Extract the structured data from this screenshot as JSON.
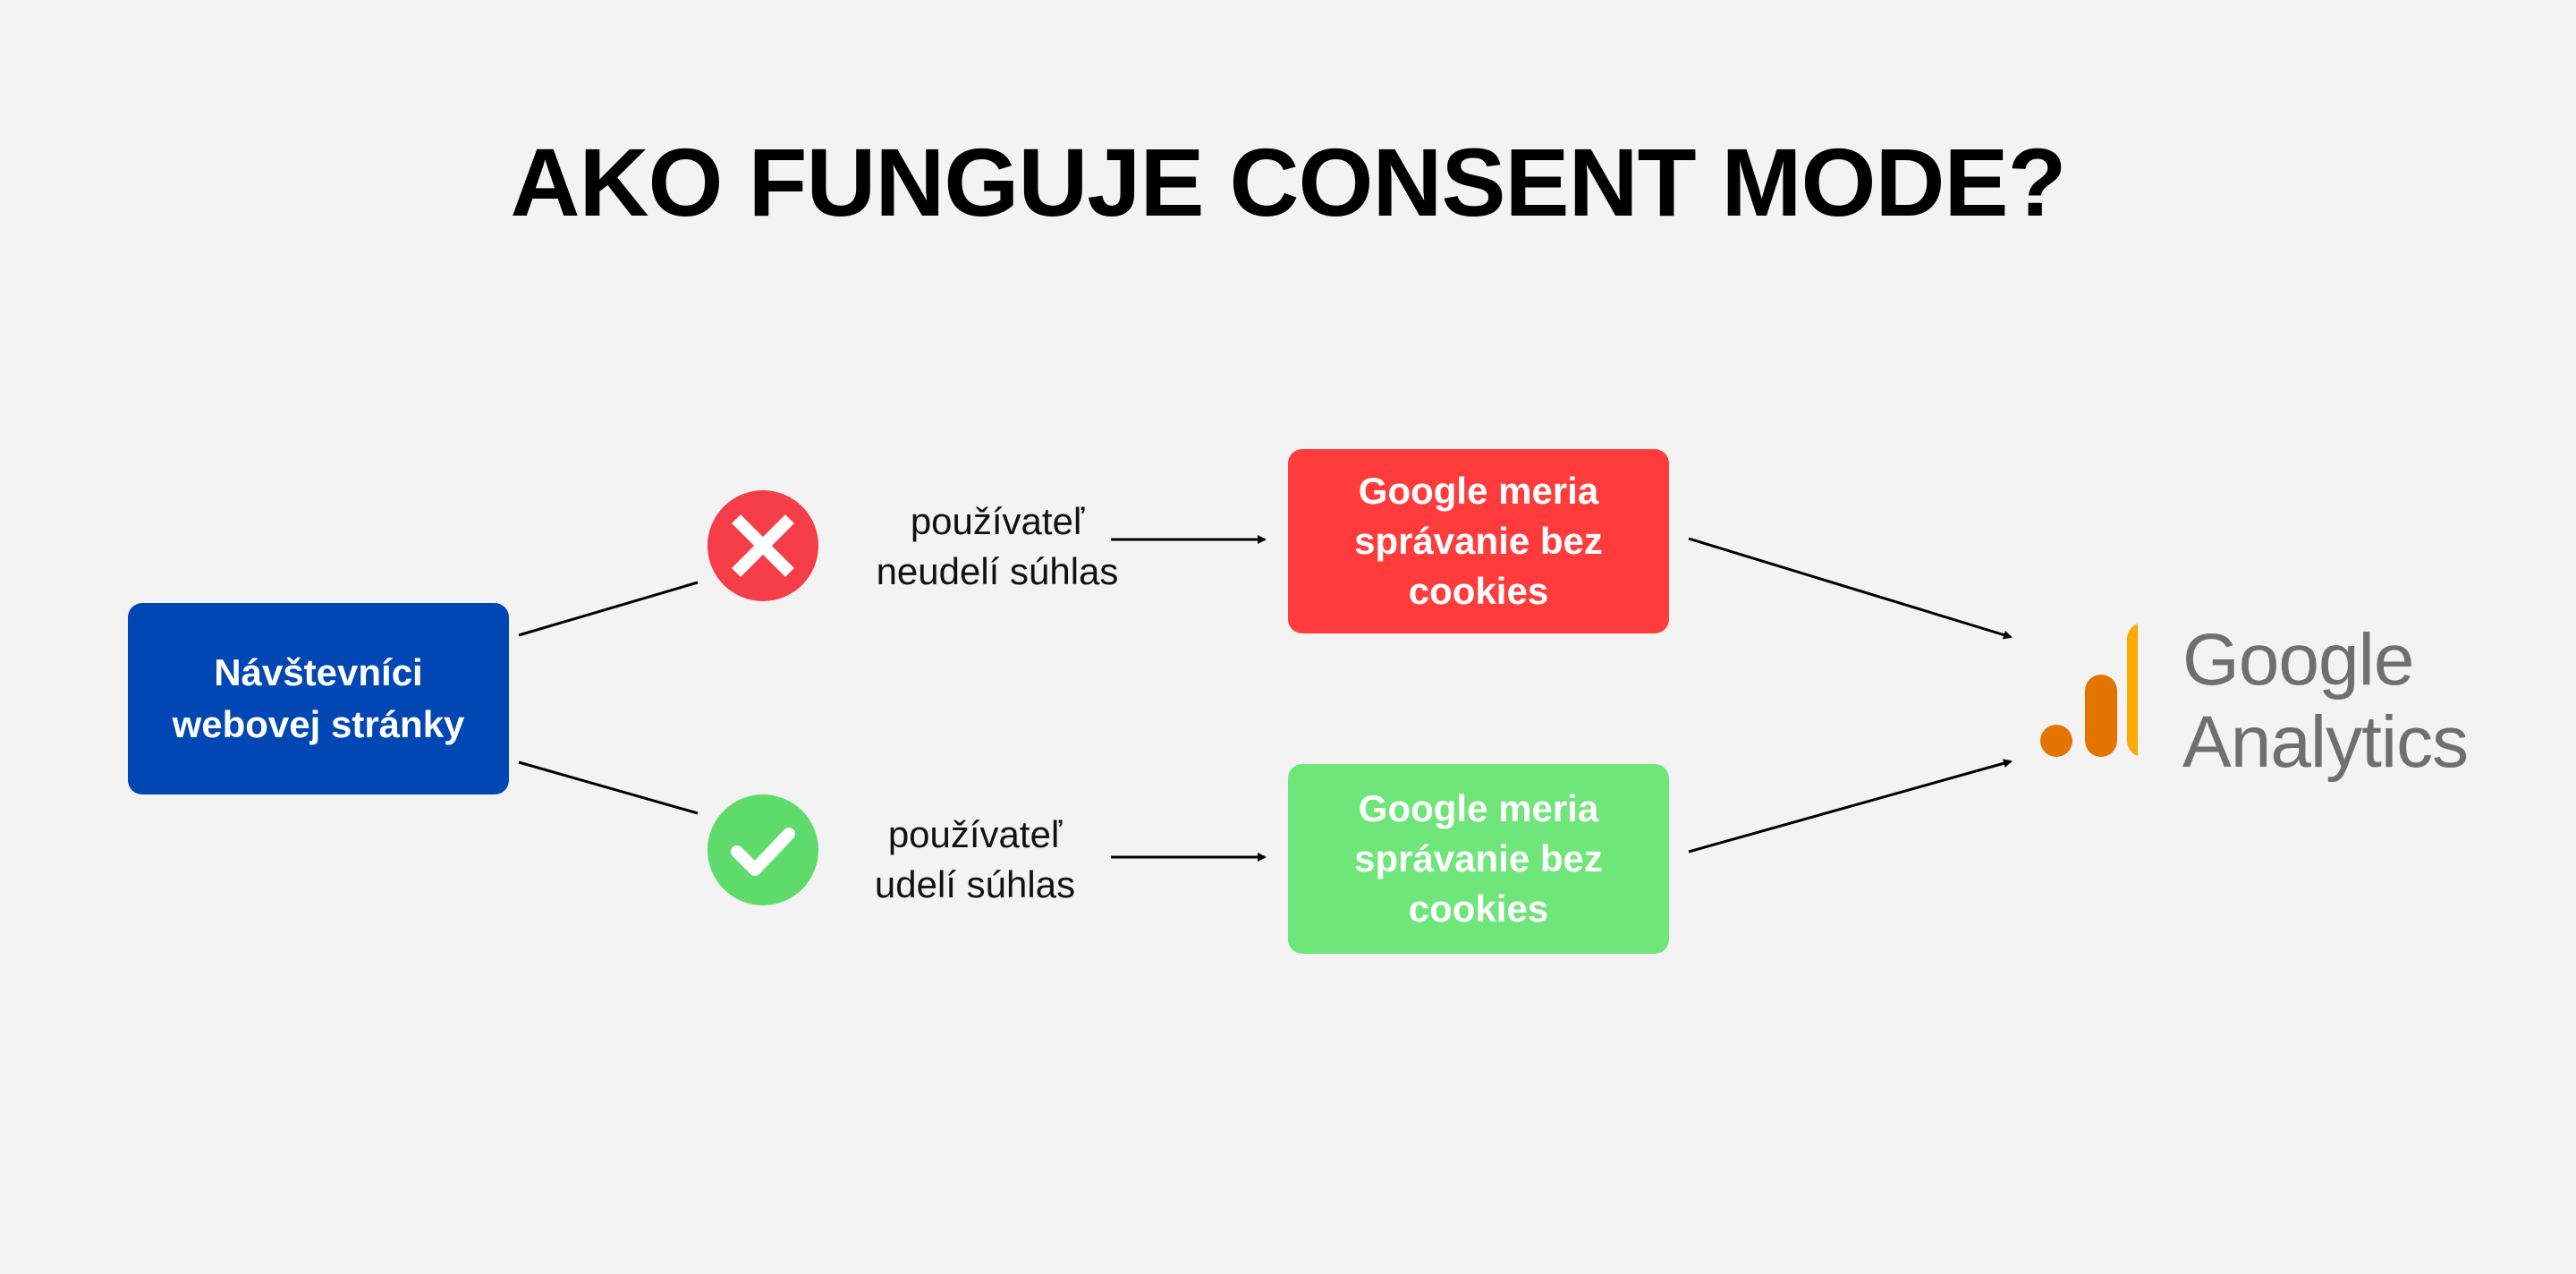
{
  "title": "AKO FUNGUJE CONSENT MODE?",
  "colors": {
    "background": "#f3f3f3",
    "visitors_box": "#0047b3",
    "denied_box": "#ff3b3b",
    "granted_box": "#6ee67a",
    "denied_circle": "#f43d46",
    "granted_circle": "#5fdb6c",
    "ga_dark_orange": "#e37400",
    "ga_orange": "#f9ab00",
    "ga_text": "#6f6f6f"
  },
  "visitors": {
    "label": "Návštevníci\nwebovej stránky"
  },
  "branches": {
    "denied": {
      "icon": "close-x-icon",
      "label": "používateľ\nneudelí súhlas",
      "result": "Google meria\nsprávanie bez\ncookies"
    },
    "granted": {
      "icon": "checkmark-icon",
      "label": "používateľ\nudelí súhlas",
      "result": "Google meria\nsprávanie bez\ncookies"
    }
  },
  "analytics": {
    "icon": "google-analytics-icon",
    "line1": "Google",
    "line2": "Analytics"
  }
}
